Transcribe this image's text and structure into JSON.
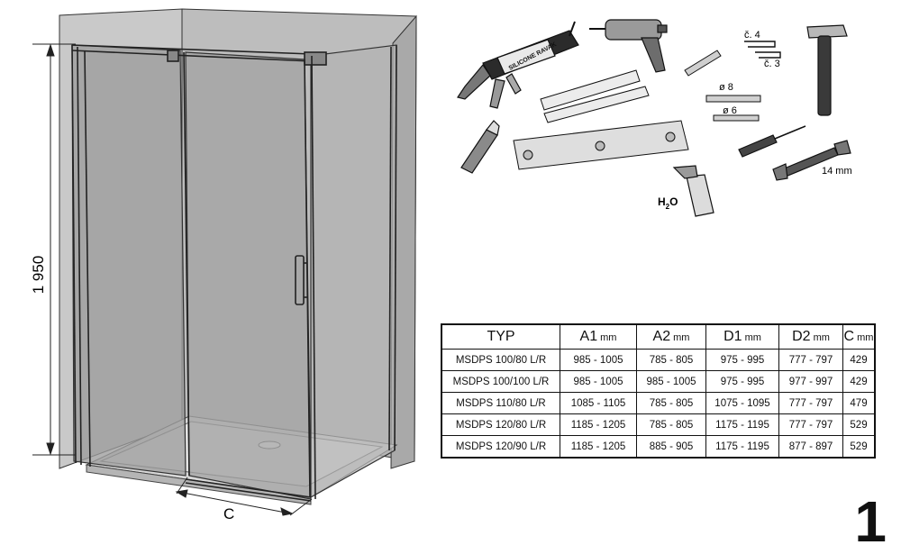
{
  "diagram": {
    "height_label": "1 950",
    "width_label": "C"
  },
  "tools": {
    "silicone_label": "SILICONE RAVAK",
    "hex_key_4": "č. 4",
    "hex_key_3": "č. 3",
    "drill_bit_8": "ø 8",
    "drill_bit_6": "ø 6",
    "wrench_size": "14 mm",
    "water_label": "H",
    "water_sub": "2",
    "water_end": "O"
  },
  "table": {
    "headers": [
      {
        "label": "TYP",
        "unit": ""
      },
      {
        "label": "A1",
        "unit": "mm"
      },
      {
        "label": "A2",
        "unit": "mm"
      },
      {
        "label": "D1",
        "unit": "mm"
      },
      {
        "label": "D2",
        "unit": "mm"
      },
      {
        "label": "C",
        "unit": "mm"
      }
    ],
    "rows": [
      [
        "MSDPS 100/80 L/R",
        "985 - 1005",
        "785 - 805",
        "975 - 995",
        "777 - 797",
        "429"
      ],
      [
        "MSDPS 100/100 L/R",
        "985 - 1005",
        "985 - 1005",
        "975 - 995",
        "977 - 997",
        "429"
      ],
      [
        "MSDPS 110/80 L/R",
        "1085 - 1105",
        "785 - 805",
        "1075 - 1095",
        "777 - 797",
        "479"
      ],
      [
        "MSDPS 120/80 L/R",
        "1185 - 1205",
        "785 - 805",
        "1175 - 1195",
        "777 - 797",
        "529"
      ],
      [
        "MSDPS 120/90 L/R",
        "1185 - 1205",
        "885 - 905",
        "1175 - 1195",
        "877 - 897",
        "529"
      ]
    ]
  },
  "page_number": "1"
}
